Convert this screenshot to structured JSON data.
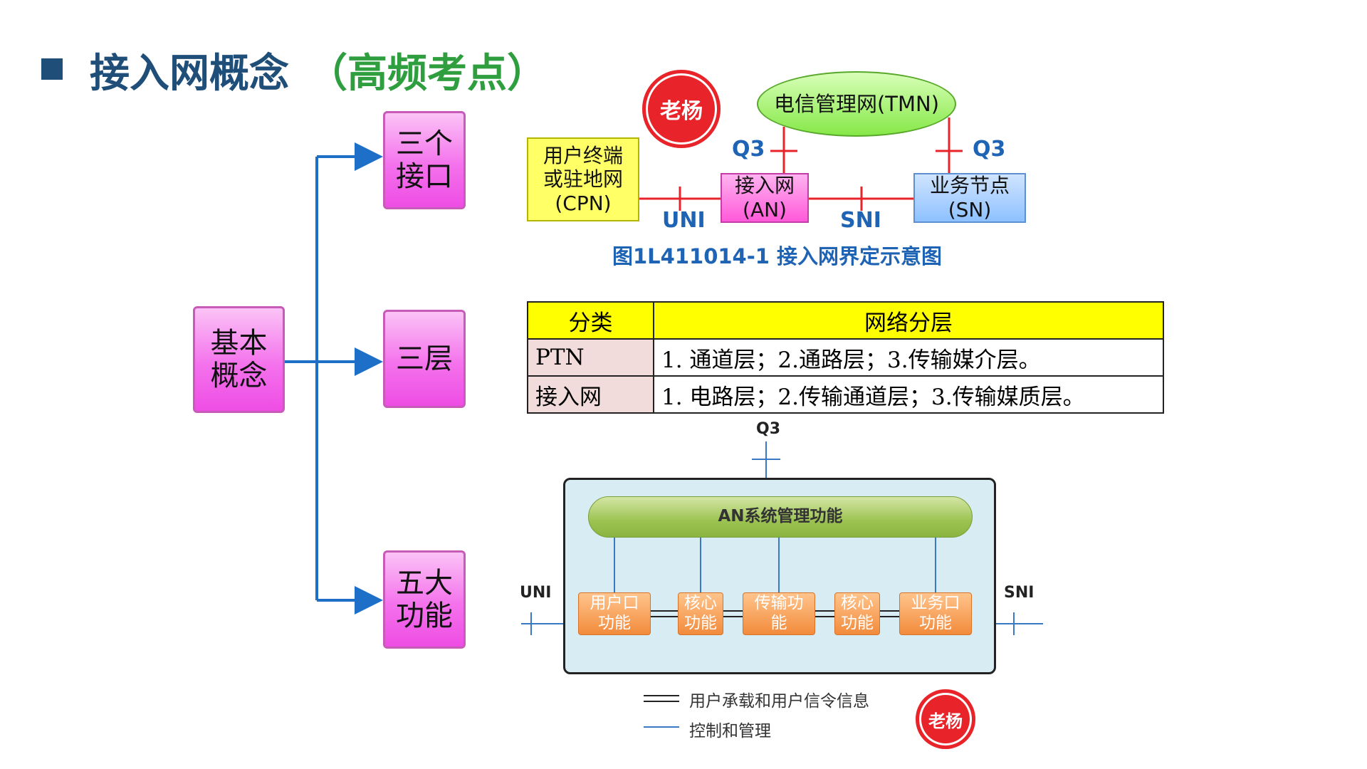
{
  "title": {
    "main": "接入网概念",
    "sub": "（高频考点）"
  },
  "concept_tree": {
    "root": "基本\n概念",
    "branches": [
      "三个\n接口",
      "三层",
      "五大\n功能"
    ]
  },
  "boundary_diagram": {
    "cpn": "用户终端\n或驻地网\n(CPN)",
    "an": "接入网\n(AN)",
    "sn": "业务节点\n(SN)",
    "tmn": "电信管理网(TMN)",
    "labels": {
      "q3_left": "Q3",
      "q3_right": "Q3",
      "uni": "UNI",
      "sni": "SNI"
    },
    "caption": "图1L411014-1 接入网界定示意图"
  },
  "stamps": {
    "text": "老杨"
  },
  "layers_table": {
    "headers": [
      "分类",
      "网络分层"
    ],
    "rows": [
      [
        "PTN",
        "1. 通道层；2.通路层；3.传输媒介层。"
      ],
      [
        "接入网",
        "1. 电路层；2.传输通道层；3.传输媒质层。"
      ]
    ]
  },
  "function_diagram": {
    "q3": "Q3",
    "uni": "UNI",
    "sni": "SNI",
    "mgmt": "AN系统管理功能",
    "functions": [
      "用户口\n功能",
      "核心\n功能",
      "传输功\n能",
      "核心\n功能",
      "业务口\n功能"
    ],
    "legend": {
      "double_line": "用户承载和用户信令信息",
      "single_line": "控制和管理"
    }
  },
  "colors": {
    "title_blue": "#1f4e79",
    "title_green": "#2e9e3e",
    "label_blue": "#1e63b4",
    "pink": "#f472ec",
    "interface_red": "#e8232a"
  }
}
